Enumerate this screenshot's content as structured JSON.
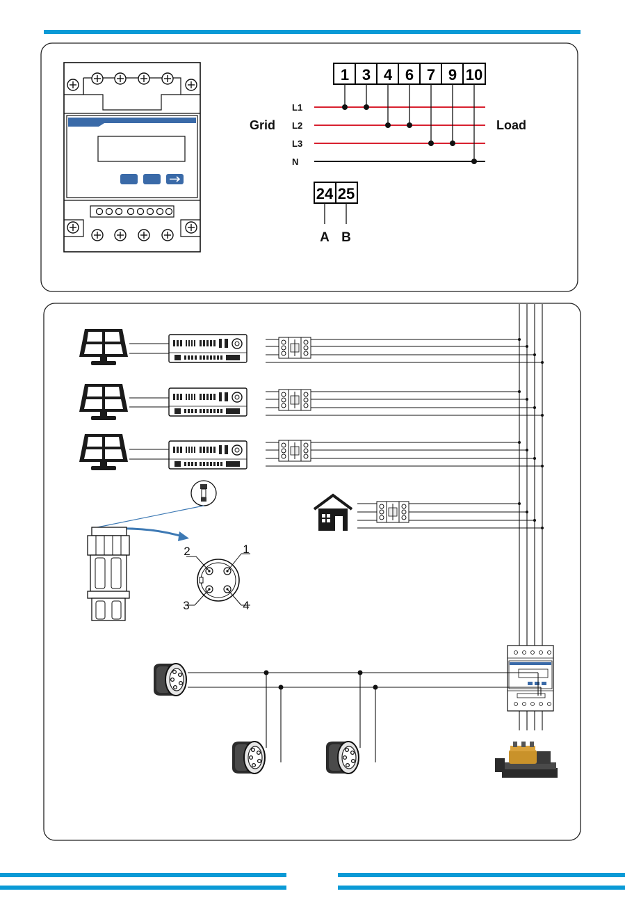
{
  "colors": {
    "accent_blue": "#0a9ad6",
    "phase_red": "#d8202f",
    "neutral_black": "#111111",
    "meter_blue": "#3a6aa8",
    "cable_blue": "#3d79b4"
  },
  "meter_wiring": {
    "terminals": [
      "1",
      "3",
      "4",
      "6",
      "7",
      "9",
      "10"
    ],
    "grid_label": "Grid",
    "load_label": "Load",
    "lines": [
      "L1",
      "L2",
      "L3",
      "N"
    ],
    "rs485_terminals": [
      "24",
      "25"
    ],
    "rs485_labels": [
      "A",
      "B"
    ]
  },
  "connector_pins": [
    "1",
    "2",
    "3",
    "4"
  ],
  "icons": {
    "solar_panel": "solar-panel-icon",
    "inverter": "inverter-icon",
    "breaker": "circuit-breaker-icon",
    "house": "house-icon",
    "connector": "rs485-connector-icon",
    "meter": "energy-meter-icon",
    "generator": "diesel-generator-icon"
  }
}
